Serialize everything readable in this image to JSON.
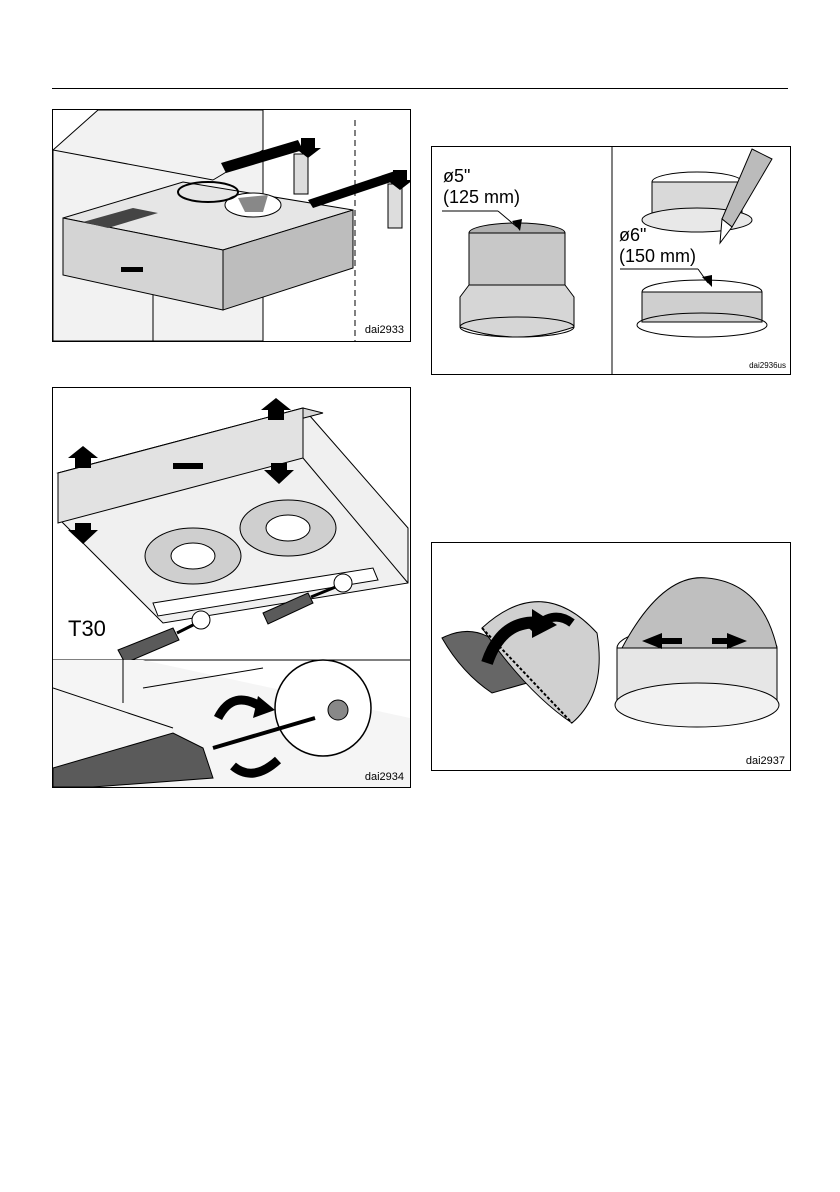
{
  "figures": {
    "fig1": {
      "code": "dai2933"
    },
    "fig2": {
      "code": "dai2936us",
      "left_label_line1": "ø5\"",
      "left_label_line2": "(125 mm)",
      "right_label_line1": "ø6\"",
      "right_label_line2": "(150 mm)"
    },
    "fig3": {
      "code": "dai2934",
      "tool_label": "T30"
    },
    "fig4": {
      "code": "dai2937"
    }
  },
  "colors": {
    "line": "#000000",
    "metal": "#d9d9d9",
    "grip": "#5a5a5a",
    "arrow": "#000000"
  }
}
